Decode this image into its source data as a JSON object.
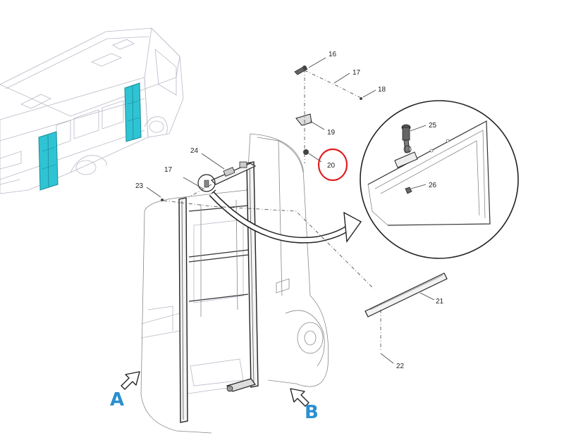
{
  "colors": {
    "highlight_door": "#2fc4d3",
    "view_letter": "#2a8fd0",
    "callout_circle": "#e02020"
  },
  "icons": [
    "bus-overview",
    "door-assembly",
    "detail-zoom-circle",
    "curved-arrow",
    "view-arrow-a",
    "view-arrow-b"
  ],
  "part_labels": {
    "p16": "16",
    "p17_top": "17",
    "p18": "18",
    "p19": "19",
    "p20": "20",
    "p17_left": "17",
    "p23": "23",
    "p24": "24",
    "p25": "25",
    "p26": "26",
    "p21": "21",
    "p22": "22"
  },
  "view_markers": {
    "a": "A",
    "b": "B"
  }
}
